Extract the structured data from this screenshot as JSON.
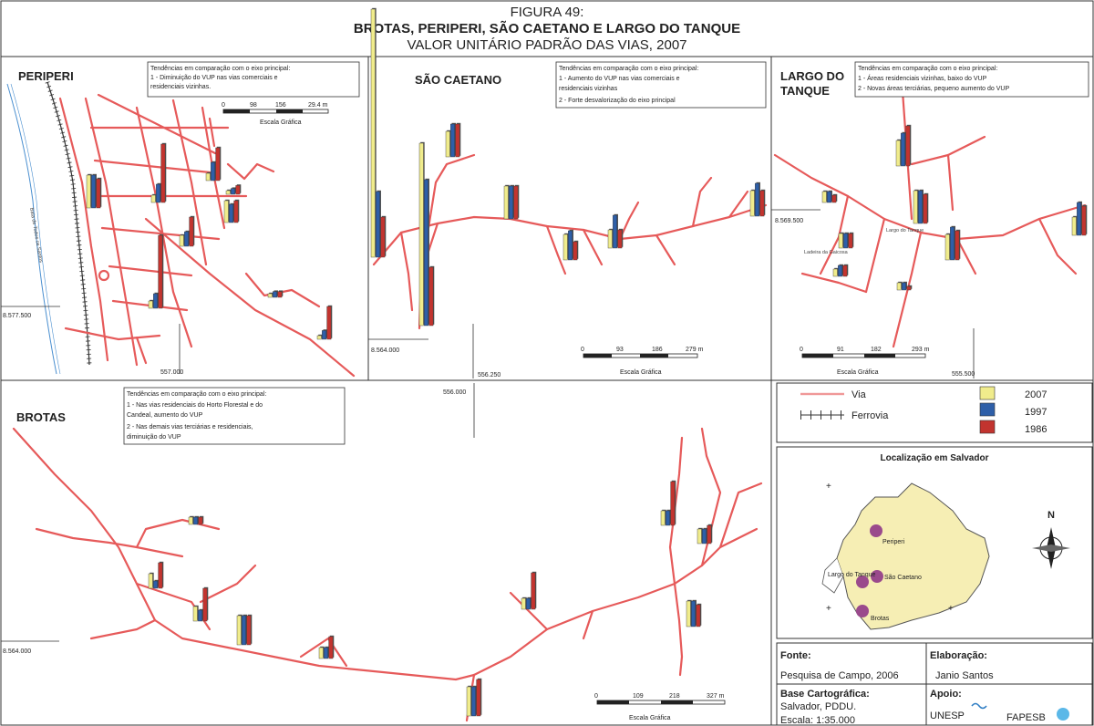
{
  "header": {
    "figure_number": "FIGURA 49:",
    "title": "BROTAS, PERIPERI, SÃO CAETANO E LARGO DO TANQUE",
    "subtitle": "VALOR UNITÁRIO PADRÃO DAS VIAS, 2007"
  },
  "colors": {
    "y2007": "#f0ec8c",
    "y1997": "#2e5fa8",
    "y1986": "#c2342f",
    "road": "#e65a5a",
    "city": "#f6eeb4",
    "marker": "#9a4a8c"
  },
  "panels": {
    "periperi": {
      "name": "PERIPERI",
      "note": [
        "Tendências em comparação com o eixo principal:",
        "1 - Diminuição do VUP nas vias comerciais e",
        "residenciais vizinhas."
      ],
      "scale": {
        "ticks": [
          "0",
          "98",
          "156",
          "29.4 m"
        ],
        "label": "Escala Gráfica"
      },
      "coords": {
        "y": "8.577.500",
        "x": "557.000"
      },
      "water_label": "Baía de Todos os Santos"
    },
    "sao_caetano": {
      "name": "SÃO CAETANO",
      "note": [
        "Tendências em comparação com o eixo principal:",
        "1 - Aumento do VUP nas vias comerciais e",
        "residenciais vizinhas",
        "2 - Forte desvalorização do eixo principal"
      ],
      "scale": {
        "ticks": [
          "0",
          "93",
          "186",
          "279 m"
        ],
        "label": "Escala Gráfica"
      },
      "coords": {
        "y": "8.564.000",
        "x": "556.250"
      }
    },
    "largo_do_tanque": {
      "name_line1": "LARGO DO",
      "name_line2": "TANQUE",
      "note": [
        "Tendências em comparação com o eixo principal:",
        "1 - Áreas residenciais vizinhas, baixo do VUP",
        "2 - Novas áreas terciárias, pequeno aumento do VUP"
      ],
      "scale": {
        "ticks": [
          "0",
          "91",
          "182",
          "293 m"
        ],
        "label": "Escala Gráfica"
      },
      "coords": {
        "y": "8.569.500",
        "x": "555.500"
      },
      "place_labels": [
        "Largo do Tanque",
        "Ladeira da Gaicosa"
      ]
    },
    "brotas": {
      "name": "BROTAS",
      "note": [
        "Tendências em comparação com o eixo principal:",
        "1 - Nas vias residenciais do Horto Florestal e do",
        "Candeal, aumento do VUP",
        "2 - Nas demais vias terciárias e residenciais,",
        "diminuição do VUP"
      ],
      "scale": {
        "ticks": [
          "0",
          "109",
          "218",
          "327 m"
        ],
        "label": "Escala Gráfica"
      },
      "coords": {
        "y": "8.564.000",
        "x": "556.000"
      }
    }
  },
  "legend": {
    "via": "Via",
    "ferrovia": "Ferrovia",
    "years": [
      "2007",
      "1997",
      "1986"
    ]
  },
  "location_map": {
    "title": "Localização em Salvador",
    "places": [
      "Periperi",
      "Largo do Tanque",
      "São Caetano",
      "Brotas"
    ],
    "north": "N"
  },
  "credits": {
    "fonte_label": "Fonte:",
    "fonte_value": "Pesquisa de Campo, 2006",
    "elaboracao_label": "Elaboração:",
    "elaboracao_value": "Janio Santos",
    "base_label": "Base Cartográfica:",
    "base_value1": "Salvador, PDDU.",
    "base_value2": "Escala: 1:35.000",
    "apoio_label": "Apoio:",
    "apoio_orgs": [
      "UNESP",
      "FAPESB"
    ]
  },
  "bar_groups": [
    {
      "panel": "periperi",
      "values": [
        0.45,
        0.45,
        0.4
      ]
    },
    {
      "panel": "periperi",
      "values": [
        0.1,
        0.25,
        0.8
      ]
    },
    {
      "panel": "periperi",
      "values": [
        0.15,
        0.2,
        0.4
      ]
    },
    {
      "panel": "periperi",
      "values": [
        0.3,
        0.25,
        0.3
      ]
    },
    {
      "panel": "periperi",
      "values": [
        0.05,
        0.08,
        0.08
      ]
    },
    {
      "panel": "periperi",
      "values": [
        0.1,
        0.25,
        0.45
      ]
    },
    {
      "panel": "periperi",
      "values": [
        0.1,
        0.2,
        1.0
      ]
    },
    {
      "panel": "periperi",
      "values": [
        0.05,
        0.08,
        0.12
      ]
    },
    {
      "panel": "periperi",
      "values": [
        0.05,
        0.12,
        0.45
      ]
    },
    {
      "panel": "sao_caetano",
      "values": [
        3.4,
        0.9,
        0.55
      ]
    },
    {
      "panel": "sao_caetano",
      "values": [
        2.5,
        2.0,
        0.8
      ]
    },
    {
      "panel": "sao_caetano",
      "values": [
        0.35,
        0.45,
        0.45
      ]
    },
    {
      "panel": "sao_caetano",
      "values": [
        0.45,
        0.45,
        0.45
      ]
    },
    {
      "panel": "sao_caetano",
      "values": [
        0.35,
        0.4,
        0.25
      ]
    },
    {
      "panel": "sao_caetano",
      "values": [
        0.25,
        0.45,
        0.25
      ]
    },
    {
      "panel": "sao_caetano",
      "values": [
        0.35,
        0.45,
        0.35
      ]
    },
    {
      "panel": "largo_do_tanque",
      "values": [
        0.35,
        0.45,
        0.55
      ]
    },
    {
      "panel": "largo_do_tanque",
      "values": [
        0.45,
        0.45,
        0.4
      ]
    },
    {
      "panel": "largo_do_tanque",
      "values": [
        0.15,
        0.15,
        0.1
      ]
    },
    {
      "panel": "largo_do_tanque",
      "values": [
        0.1,
        0.15,
        0.15
      ]
    },
    {
      "panel": "largo_do_tanque",
      "values": [
        0.1,
        0.1,
        0.05
      ]
    },
    {
      "panel": "largo_do_tanque",
      "values": [
        0.35,
        0.45,
        0.4
      ]
    },
    {
      "panel": "largo_do_tanque",
      "values": [
        0.2,
        0.2,
        0.2
      ]
    },
    {
      "panel": "largo_do_tanque",
      "values": [
        0.25,
        0.45,
        0.4
      ]
    },
    {
      "panel": "brotas",
      "values": [
        0.2,
        0.1,
        0.35
      ]
    },
    {
      "panel": "brotas",
      "values": [
        0.1,
        0.1,
        0.1
      ]
    },
    {
      "panel": "brotas",
      "values": [
        0.2,
        0.15,
        0.45
      ]
    },
    {
      "panel": "brotas",
      "values": [
        0.4,
        0.4,
        0.4
      ]
    },
    {
      "panel": "brotas",
      "values": [
        0.15,
        0.15,
        0.3
      ]
    },
    {
      "panel": "brotas",
      "values": [
        0.4,
        0.4,
        0.5
      ]
    },
    {
      "panel": "brotas",
      "values": [
        0.15,
        0.15,
        0.5
      ]
    },
    {
      "panel": "brotas",
      "values": [
        0.2,
        0.2,
        0.6
      ]
    },
    {
      "panel": "brotas",
      "values": [
        0.2,
        0.2,
        0.25
      ]
    },
    {
      "panel": "brotas",
      "values": [
        0.35,
        0.35,
        0.3
      ]
    }
  ]
}
